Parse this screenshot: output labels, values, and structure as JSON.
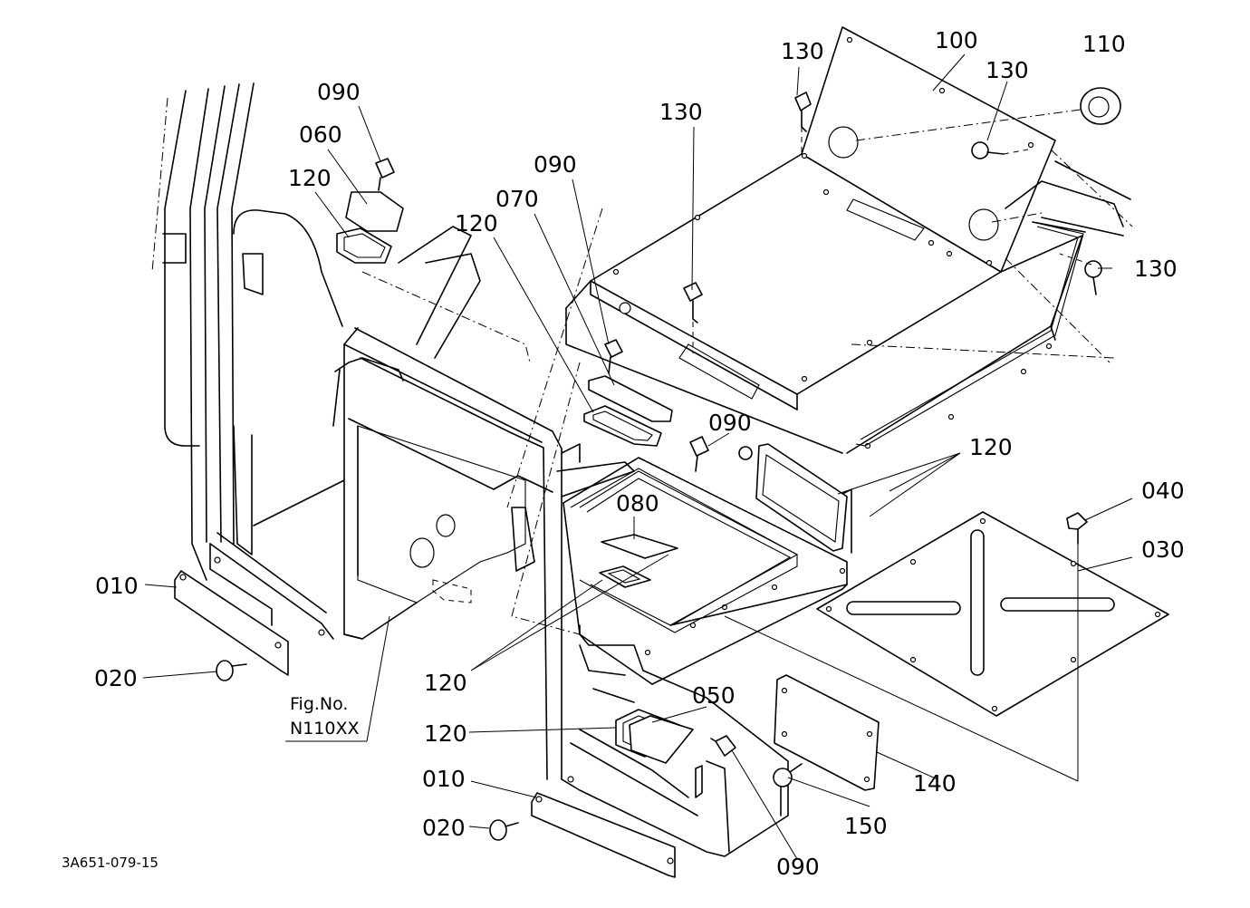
{
  "diagram": {
    "callouts": [
      {
        "id": "c090a",
        "text": "090"
      },
      {
        "id": "c060",
        "text": "060"
      },
      {
        "id": "c120a",
        "text": "120"
      },
      {
        "id": "c120b",
        "text": "120"
      },
      {
        "id": "c070",
        "text": "070"
      },
      {
        "id": "c090b",
        "text": "090"
      },
      {
        "id": "c130a",
        "text": "130"
      },
      {
        "id": "c130b",
        "text": "130"
      },
      {
        "id": "c100",
        "text": "100"
      },
      {
        "id": "c130c",
        "text": "130"
      },
      {
        "id": "c110",
        "text": "110"
      },
      {
        "id": "c130d",
        "text": "130"
      },
      {
        "id": "c090c",
        "text": "090"
      },
      {
        "id": "c120c",
        "text": "120"
      },
      {
        "id": "c080",
        "text": "080"
      },
      {
        "id": "c040",
        "text": "040"
      },
      {
        "id": "c030",
        "text": "030"
      },
      {
        "id": "c010a",
        "text": "010"
      },
      {
        "id": "c020a",
        "text": "020"
      },
      {
        "id": "c120d",
        "text": "120"
      },
      {
        "id": "c050",
        "text": "050"
      },
      {
        "id": "c120e",
        "text": "120"
      },
      {
        "id": "c010b",
        "text": "010"
      },
      {
        "id": "c020b",
        "text": "020"
      },
      {
        "id": "c140",
        "text": "140"
      },
      {
        "id": "c150",
        "text": "150"
      },
      {
        "id": "c090d",
        "text": "090"
      }
    ],
    "figure_ref": {
      "line1": "Fig.No.",
      "line2": "N110XX"
    },
    "drawing_number": "3A651-079-15"
  }
}
